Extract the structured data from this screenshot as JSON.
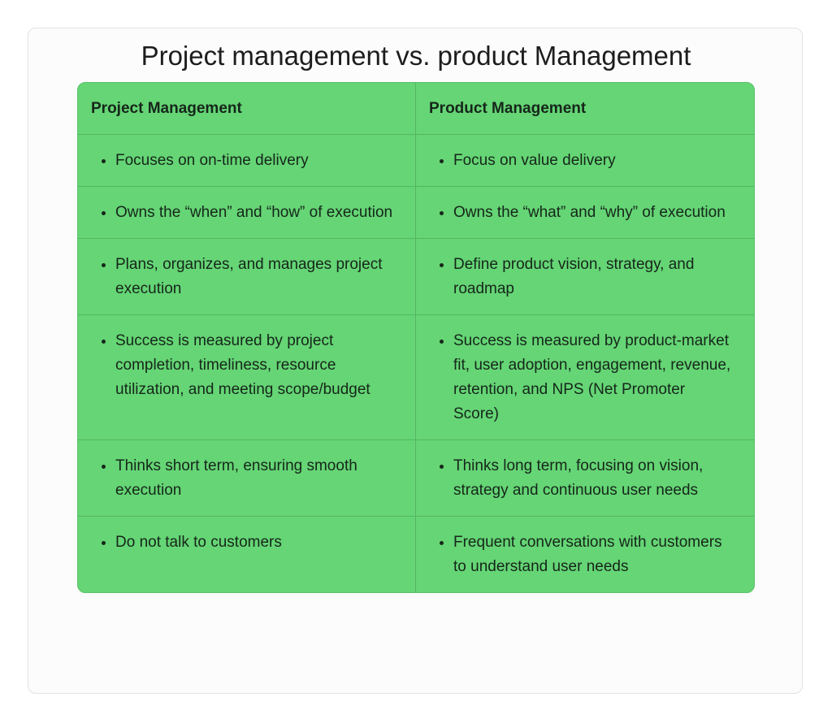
{
  "title": "Project management vs. product Management",
  "headers": [
    "Project Management",
    "Product Management"
  ],
  "rows": [
    [
      "Focuses on on-time delivery",
      "Focus on value delivery"
    ],
    [
      "Owns the “when” and “how” of execution",
      "Owns the “what” and “why” of execution"
    ],
    [
      "Plans, organizes, and manages project execution",
      "Define product vision, strategy, and roadmap"
    ],
    [
      "Success is measured by project completion, timeliness, resource utilization, and meeting scope/budget",
      "Success is measured by product-market fit, user adoption, engagement, revenue, retention, and NPS (Net Promoter Score)"
    ],
    [
      "Thinks short term, ensuring smooth execution",
      "Thinks long term, focusing on vision, strategy and continuous user needs"
    ],
    [
      "Do not talk to customers",
      "Frequent conversations with customers to understand user needs"
    ]
  ],
  "colors": {
    "table_bg": "#65d575",
    "card_bg": "#fcfcfc"
  }
}
